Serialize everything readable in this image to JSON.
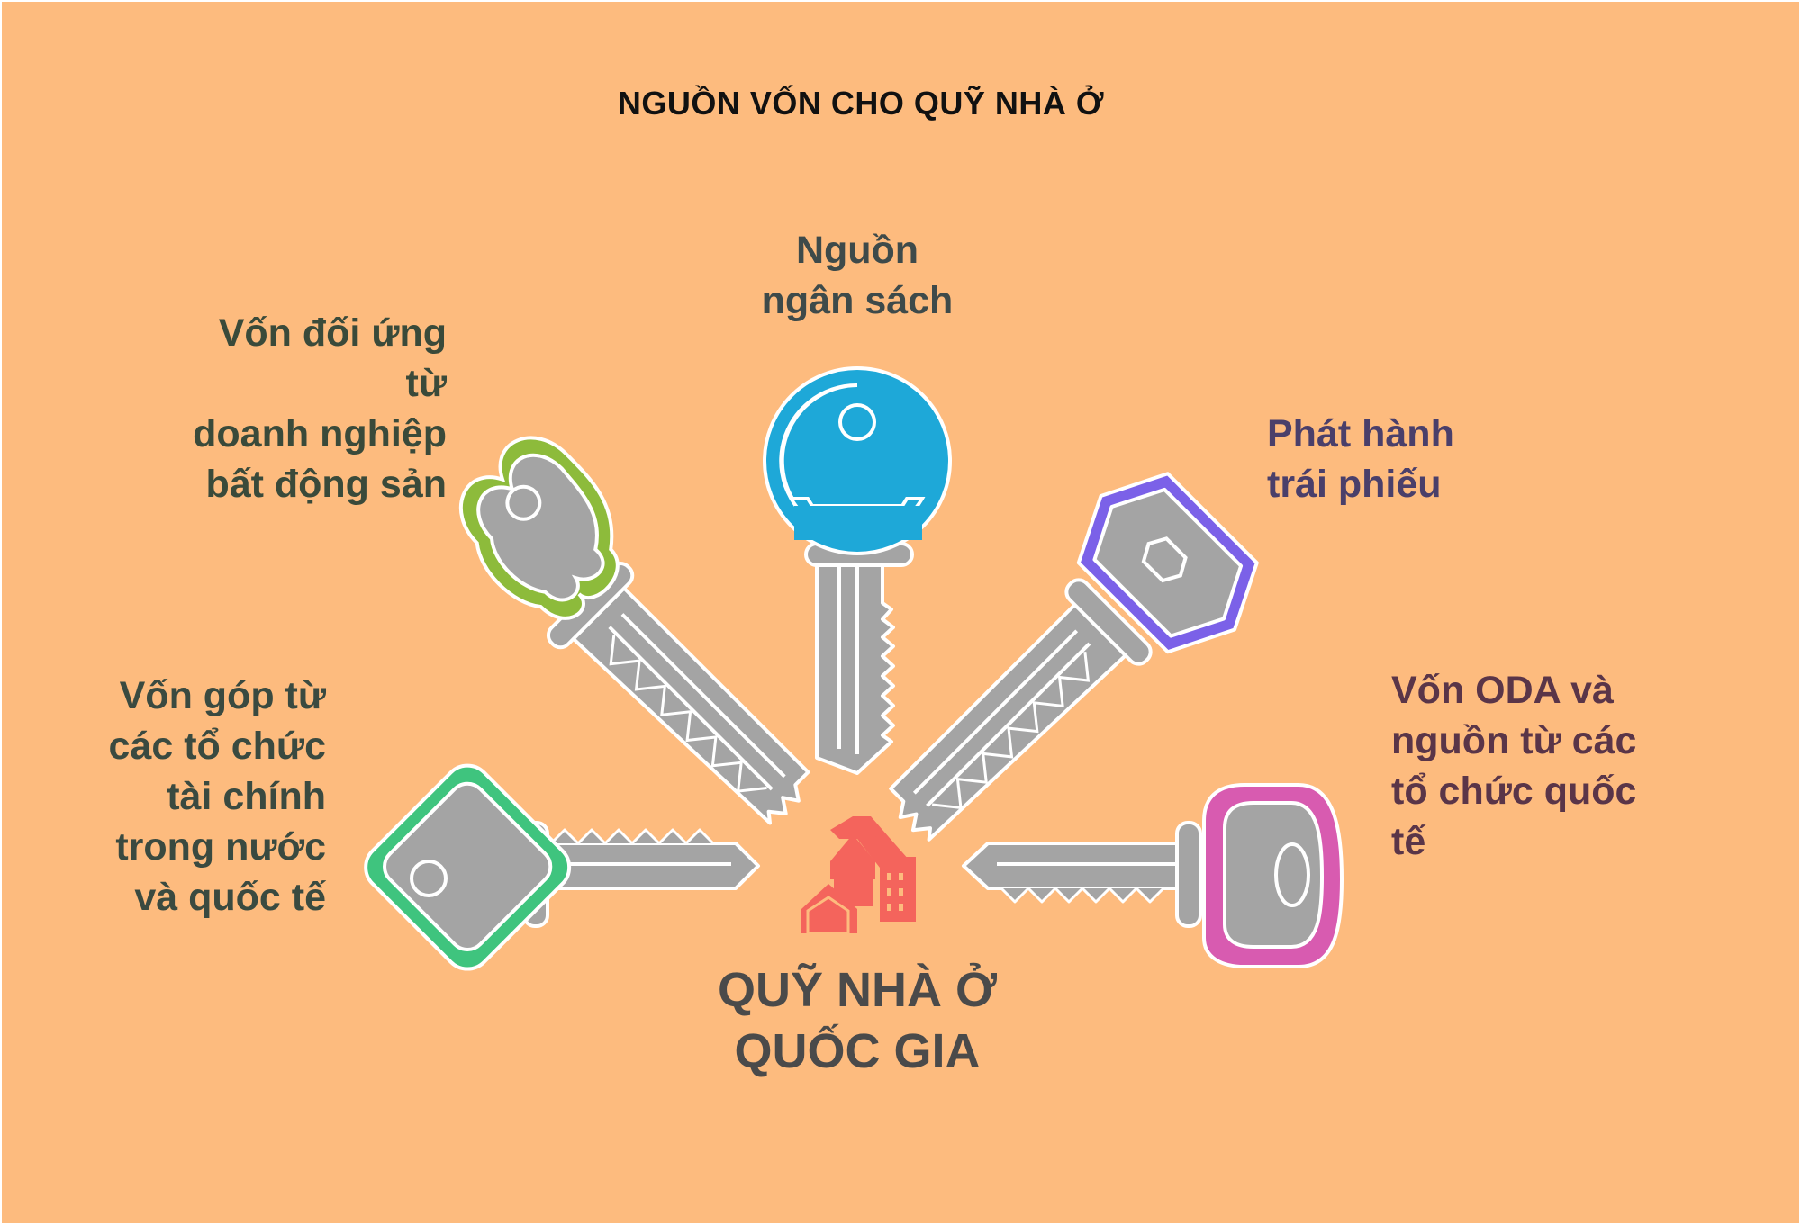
{
  "title": "NGUỒN VỐN CHO QUỸ NHÀ Ở",
  "center": {
    "label": "QUỸ NHÀ Ở\nQUỐC GIA",
    "icon": "houses-icon"
  },
  "sources": [
    {
      "id": "budget",
      "label": "Nguồn\nngân sách",
      "color": "#1EA8D8"
    },
    {
      "id": "matching",
      "label": "Vốn đối ứng\ntừ\ndoanh nghiệp\nbất động sản",
      "color": "#8DBB3B"
    },
    {
      "id": "bonds",
      "label": "Phát hành\ntrái phiếu",
      "color": "#7B61E8"
    },
    {
      "id": "domestic",
      "label": "Vốn góp từ\ncác tổ chức\ntài chính\ntrong nước\nvà quốc tế",
      "color": "#3FC47E"
    },
    {
      "id": "oda",
      "label": "Vốn ODA và\nnguồn từ các\ntổ chức quốc\ntế",
      "color": "#D85BB0"
    }
  ],
  "colors": {
    "background": "#FDBB7E",
    "key_metal": "#A4A4A4",
    "house": "#F4645C"
  }
}
